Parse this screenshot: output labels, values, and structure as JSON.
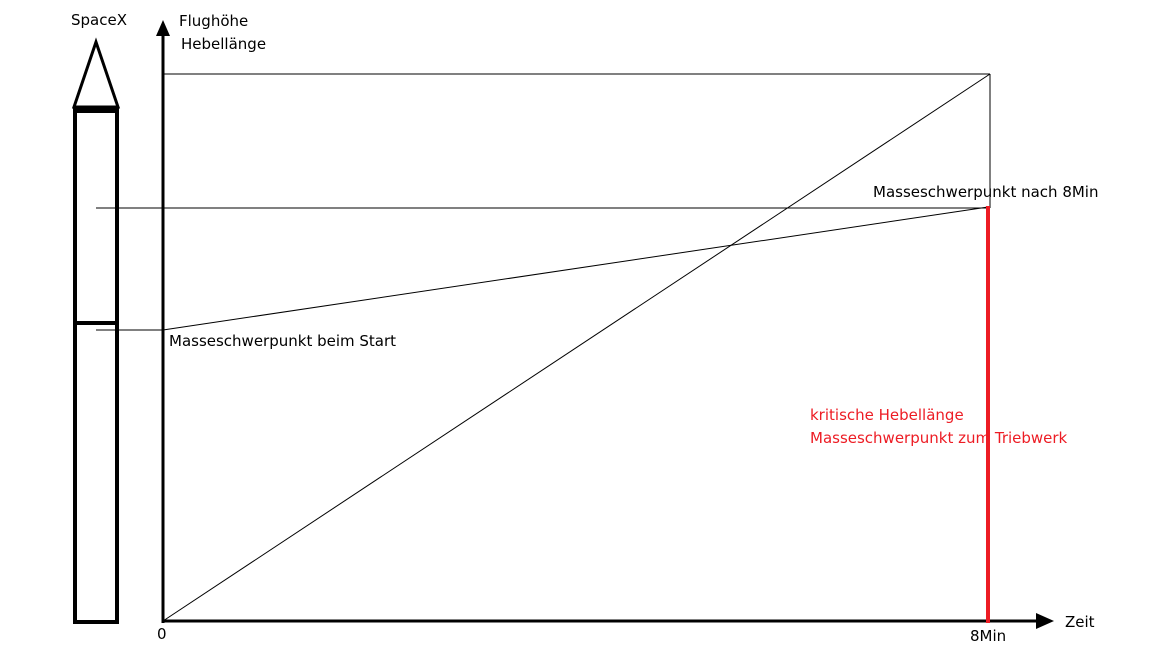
{
  "rocket": {
    "label": "SpaceX"
  },
  "axes": {
    "y_label_line1": "Flughöhe",
    "y_label_line2": "Hebellänge",
    "x_label": "Zeit",
    "origin_label": "0",
    "x_end_label": "8Min"
  },
  "annotations": {
    "cg_start": "Masseschwerpunkt beim Start",
    "cg_8min": "Masseschwerpunkt nach 8Min",
    "critical_line1": "kritische Hebellänge",
    "critical_line2": "Masseschwerpunkt zum Triebwerk"
  },
  "colors": {
    "ink": "#000000",
    "critical": "#ed1c24",
    "background": "#ffffff"
  }
}
